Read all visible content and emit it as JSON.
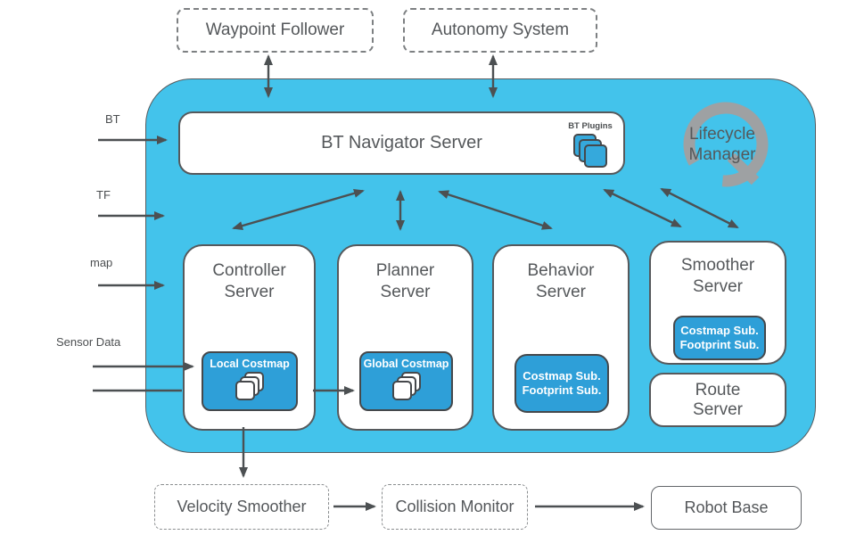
{
  "external_top": {
    "waypoint_follower": "Waypoint Follower",
    "autonomy_system": "Autonomy System"
  },
  "inputs": {
    "bt": "BT",
    "tf": "TF",
    "map": "map",
    "sensor_data": "Sensor Data"
  },
  "nav2": {
    "bt_navigator": {
      "title": "BT Navigator Server",
      "plugins_label": "BT Plugins"
    },
    "lifecycle_manager": {
      "label": "Lifecycle\nManager"
    },
    "controller_server": {
      "title": "Controller\nServer",
      "module": "Local Costmap"
    },
    "planner_server": {
      "title": "Planner\nServer",
      "module": "Global Costmap"
    },
    "behavior_server": {
      "title": "Behavior\nServer",
      "module": "Costmap Sub.\nFootprint Sub."
    },
    "smoother_server": {
      "title": "Smoother\nServer",
      "module": "Costmap Sub.\nFootprint Sub."
    },
    "route_server": {
      "title": "Route\nServer"
    }
  },
  "external_bottom": {
    "velocity_smoother": "Velocity Smoother",
    "collision_monitor": "Collision Monitor",
    "robot_base": "Robot Base"
  },
  "colors": {
    "container_blue": "#43C3EB",
    "module_blue": "#2E9FD8",
    "arrow_gray": "#4C5052",
    "box_border_gray": "#56595C",
    "lifecycle_icon_gray": "#9EA1A3"
  }
}
